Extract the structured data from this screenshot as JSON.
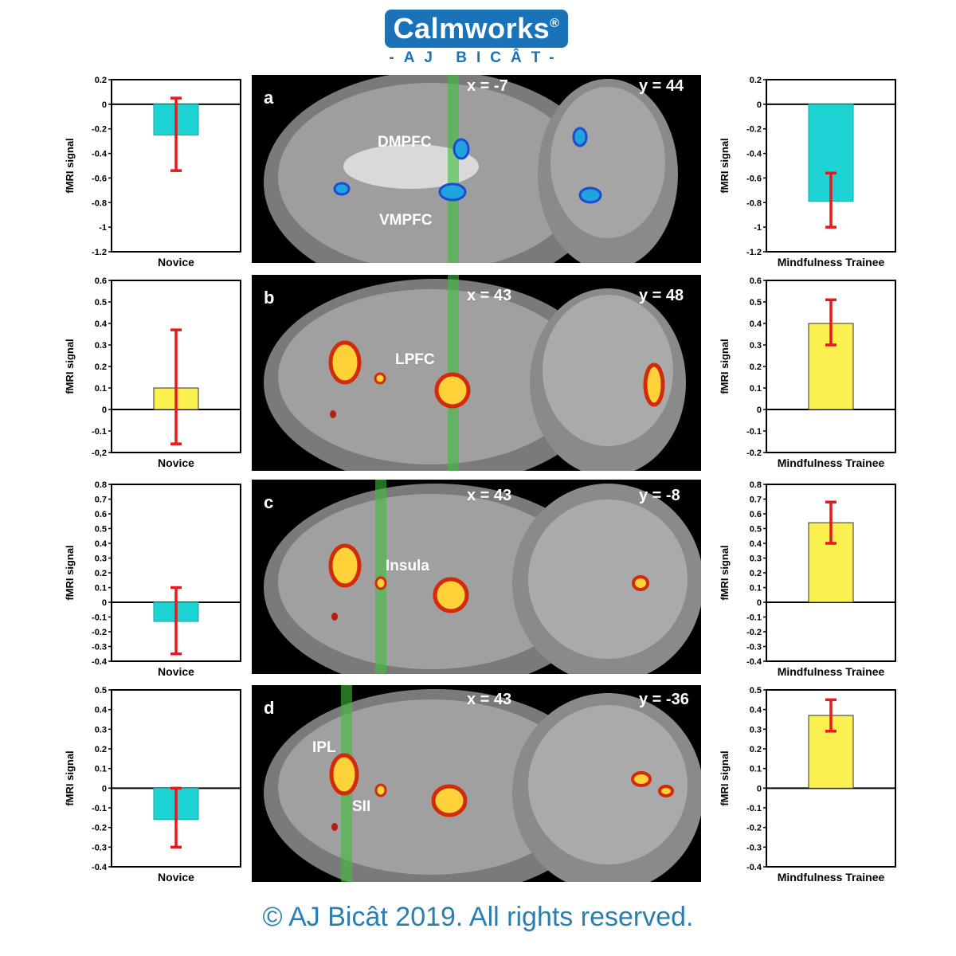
{
  "header": {
    "logo_text": "Calmworks",
    "logo_mark": "®",
    "subtitle": "-AJ BICÂT-"
  },
  "footer": {
    "copyright": "© AJ Bicât 2019. All rights reserved."
  },
  "colors": {
    "cyan_bar": "#1ed3d3",
    "yellow_bar": "#faf050",
    "error_bar": "#e8191b",
    "brand": "#1a73b8",
    "fmri_blue": "#1f5fd8",
    "fmri_hot": "#ff7a00"
  },
  "panels": [
    {
      "letter": "a",
      "x_coord": "x = -7",
      "y_coord": "y = 44",
      "regions": [
        "DMPFC",
        "VMPFC"
      ]
    },
    {
      "letter": "b",
      "x_coord": "x = 43",
      "y_coord": "y = 48",
      "regions": [
        "LPFC"
      ]
    },
    {
      "letter": "c",
      "x_coord": "x = 43",
      "y_coord": "y = -8",
      "regions": [
        "Insula"
      ]
    },
    {
      "letter": "d",
      "x_coord": "x = 43",
      "y_coord": "y = -36",
      "regions": [
        "IPL",
        "SII"
      ]
    }
  ],
  "chart_data": [
    {
      "type": "bar",
      "panel": "a",
      "group": "Novice",
      "categories": [
        "Novice"
      ],
      "values": [
        -0.25
      ],
      "error": [
        -0.54,
        0.05
      ],
      "ylabel": "fMRI signal",
      "ylim": [
        -1.2,
        0.2
      ],
      "yticks": [
        "0.2",
        "0",
        "-0.2",
        "-0.4",
        "-0.6",
        "-0.8",
        "-1",
        "-1.2"
      ],
      "color": "cyan"
    },
    {
      "type": "bar",
      "panel": "a",
      "group": "Mindfulness Trainee",
      "categories": [
        "Mindfulness Trainee"
      ],
      "values": [
        -0.79
      ],
      "error": [
        -1.0,
        -0.56
      ],
      "ylabel": "fMRI signal",
      "ylim": [
        -1.2,
        0.2
      ],
      "yticks": [
        "0.2",
        "0",
        "-0.2",
        "-0.4",
        "-0.6",
        "-0.8",
        "-1",
        "-1.2"
      ],
      "color": "cyan"
    },
    {
      "type": "bar",
      "panel": "b",
      "group": "Novice",
      "categories": [
        "Novice"
      ],
      "values": [
        0.1
      ],
      "error": [
        -0.16,
        0.37
      ],
      "ylabel": "fMRI signal",
      "ylim": [
        -0.2,
        0.6
      ],
      "yticks": [
        "0.6",
        "0.5",
        "0.4",
        "0.3",
        "0.2",
        "0.1",
        "0",
        "-0.1",
        "-0,2"
      ],
      "color": "yellow"
    },
    {
      "type": "bar",
      "panel": "b",
      "group": "Mindfulness Trainee",
      "categories": [
        "Mindfulness Trainee"
      ],
      "values": [
        0.4
      ],
      "error": [
        0.3,
        0.51
      ],
      "ylabel": "fMRI signal",
      "ylim": [
        -0.2,
        0.6
      ],
      "yticks": [
        "0.6",
        "0.5",
        "0.4",
        "0.3",
        "0.2",
        "0.1",
        "0",
        "-0.1",
        "-0.2"
      ],
      "color": "yellow"
    },
    {
      "type": "bar",
      "panel": "c",
      "group": "Novice",
      "categories": [
        "Novice"
      ],
      "values": [
        -0.13
      ],
      "error": [
        -0.35,
        0.1
      ],
      "ylabel": "fMRI signal",
      "ylim": [
        -0.4,
        0.8
      ],
      "yticks": [
        "0.8",
        "0.7",
        "0.6",
        "0.5",
        "0.4",
        "0.3",
        "0.2",
        "0.1",
        "0",
        "-0.1",
        "-0.2",
        "-0.3",
        "-0.4"
      ],
      "color": "cyan"
    },
    {
      "type": "bar",
      "panel": "c",
      "group": "Mindfulness Trainee",
      "categories": [
        "Mindfulness Trainee"
      ],
      "values": [
        0.54
      ],
      "error": [
        0.4,
        0.68
      ],
      "ylabel": "fMRI signal",
      "ylim": [
        -0.4,
        0.8
      ],
      "yticks": [
        "0.8",
        "0.7",
        "0.6",
        "0.5",
        "0.4",
        "0.3",
        "0.2",
        "0.1",
        "0",
        "-0.1",
        "-0.2",
        "-0.3",
        "-0.4"
      ],
      "color": "yellow"
    },
    {
      "type": "bar",
      "panel": "d",
      "group": "Novice",
      "categories": [
        "Novice"
      ],
      "values": [
        -0.16
      ],
      "error": [
        -0.3,
        0.0
      ],
      "ylabel": "fMRI signal",
      "ylim": [
        -0.4,
        0.5
      ],
      "yticks": [
        "0.5",
        "0.4",
        "0.3",
        "0.2",
        "0.1",
        "0",
        "-0.1",
        "-0.2",
        "-0.3",
        "-0.4"
      ],
      "color": "cyan"
    },
    {
      "type": "bar",
      "panel": "d",
      "group": "Mindfulness Trainee",
      "categories": [
        "Mindfulness Trainee"
      ],
      "values": [
        0.37
      ],
      "error": [
        0.29,
        0.45
      ],
      "ylabel": "fMRI signal",
      "ylim": [
        -0.4,
        0.5
      ],
      "yticks": [
        "0.5",
        "0.4",
        "0.3",
        "0.2",
        "0.1",
        "0",
        "-0.1",
        "-0.2",
        "-0.3",
        "-0.4"
      ],
      "color": "yellow"
    }
  ]
}
